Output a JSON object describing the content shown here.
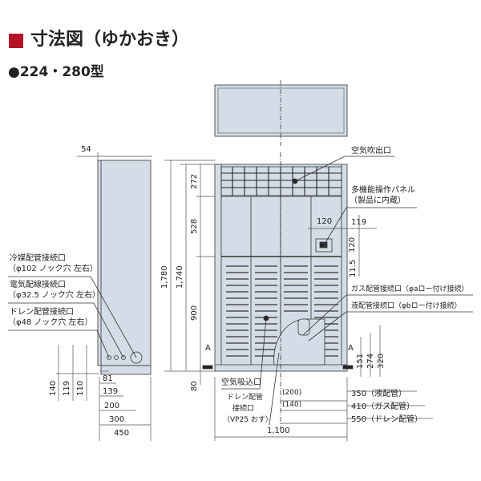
{
  "header": {
    "title": "寸法図（ゆかおき）",
    "model": "●224・280型",
    "accent": "#b5122a"
  },
  "labels": {
    "refrigerant_port": "冷媒配管接続口",
    "refrigerant_knock": "（φ102 ノック穴 左右）",
    "electric_port": "電気配線接続口",
    "electric_knock": "（φ32.5 ノック穴 左右）",
    "drain_port": "ドレン配管接続口",
    "drain_knock": "（φ48 ノック穴 左右）",
    "air_outlet": "空気吹出口",
    "panel": "多機能操作パネル",
    "panel_note": "（製品に内蔵）",
    "gas_port": "ガス配管接続口（φaロー付け接続）",
    "liquid_port": "液配管接続口（φbロー付け接続）",
    "air_inlet": "空気吸込口",
    "drain_pipe_1": "ドレン配管",
    "drain_pipe_2": "接続口",
    "drain_pipe_3": "（VP25 おす）",
    "a_left": "A",
    "a_right": "A"
  },
  "dims": {
    "d54": "54",
    "d1780": "1,780",
    "d1740": "1,740",
    "d272": "272",
    "d528": "528",
    "d900": "900",
    "d80": "80",
    "d140": "140",
    "d119": "119",
    "d110": "110",
    "d81": "81",
    "d139": "139",
    "d200": "200",
    "d300": "300",
    "d450": "450",
    "d120h": "120",
    "d119r": "119",
    "d120v": "120",
    "d11_5": "11.5",
    "d151": "151",
    "d274": "274",
    "d320": "320",
    "d200p": "(200)",
    "d140p": "(140)",
    "d1100": "1,100",
    "d350": "350（液配管）",
    "d410": "410（ガス配管）",
    "d550": "550（ドレン配管）"
  }
}
